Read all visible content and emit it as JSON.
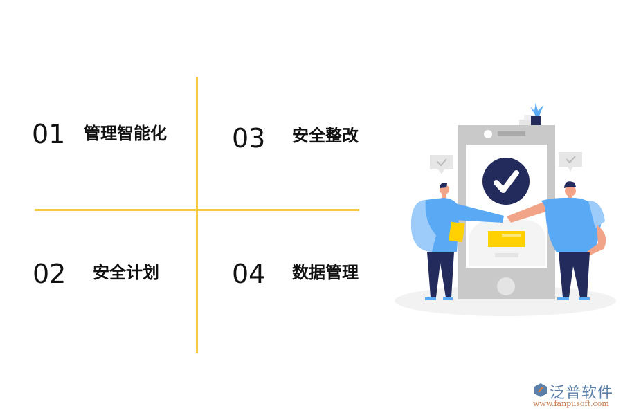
{
  "items": [
    {
      "number": "01",
      "label": "管理智能化"
    },
    {
      "number": "02",
      "label": "安全计划"
    },
    {
      "number": "03",
      "label": "安全整改"
    },
    {
      "number": "04",
      "label": "数据管理"
    }
  ],
  "colors": {
    "divider": "#f5c842",
    "text": "#111111",
    "accent_blue": "#5aa9f5",
    "navy": "#232a5c",
    "yellow": "#ffd100",
    "phone_gray": "#c8c8c8"
  },
  "illustration": {
    "description": "two-people-fist-bump-in-front-of-phone-with-checkmark"
  },
  "logo": {
    "name": "泛普软件",
    "url": "www.fanpusoft.com"
  }
}
